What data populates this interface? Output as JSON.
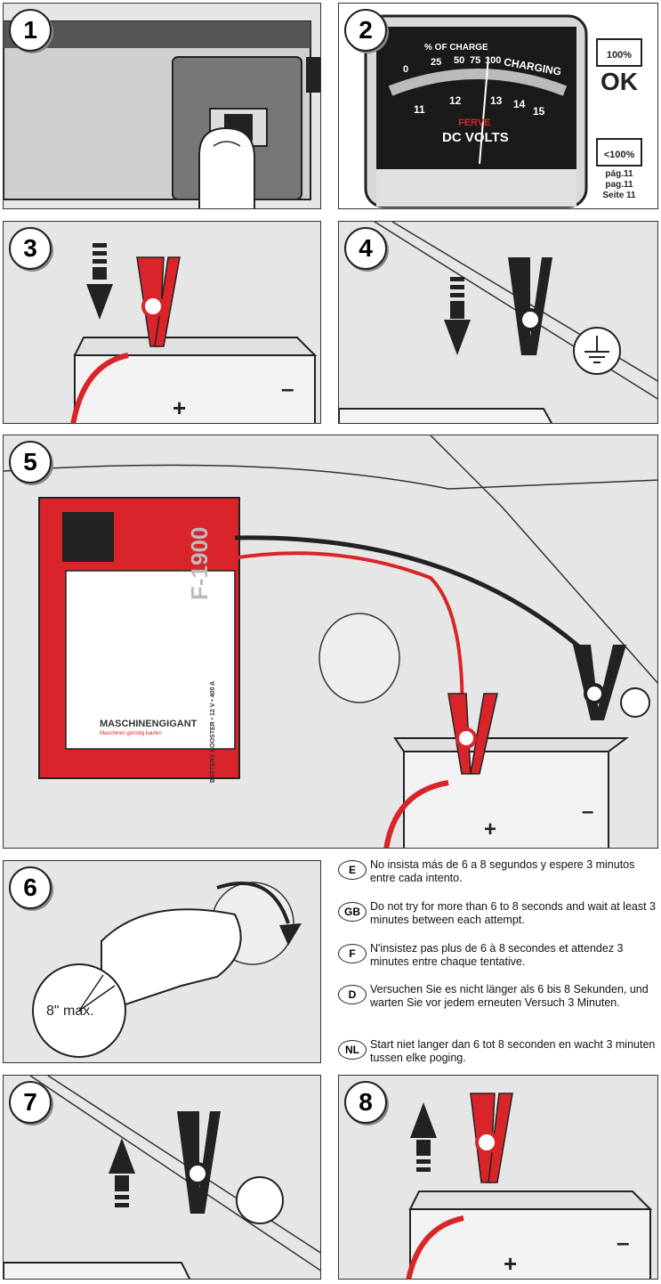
{
  "steps": [
    {
      "number": "1"
    },
    {
      "number": "2"
    },
    {
      "number": "3"
    },
    {
      "number": "4"
    },
    {
      "number": "5"
    },
    {
      "number": "6"
    },
    {
      "number": "7"
    },
    {
      "number": "8"
    }
  ],
  "gauge": {
    "percent_title": "% OF CHARGE",
    "percent_ticks": [
      "0",
      "25",
      "50",
      "75",
      "100"
    ],
    "charging_label": "CHARGING",
    "volt_ticks": [
      "11",
      "12",
      "13",
      "14",
      "15"
    ],
    "brand": "FERVE",
    "unit_label": "DC VOLTS"
  },
  "battery_status": {
    "full_badge": "100%",
    "ok_label": "OK",
    "low_badge": "<100%",
    "page_refs": [
      "pág.11",
      "pag.11",
      "Seite 11"
    ]
  },
  "booster": {
    "model": "F-1900",
    "subtitle": "BATTERY BOOSTER • 12 V • 400 A",
    "brand": "MASCHINENGIGANT",
    "tagline": "Maschinen günstig kaufen"
  },
  "timer": {
    "label": "8\" max."
  },
  "instructions": [
    {
      "code": "E",
      "text": "No insista más de 6 a 8 segundos y espere 3 minutos entre cada intento."
    },
    {
      "code": "GB",
      "text": "Do not try for more than 6 to 8 seconds and wait at least 3 minutes between each attempt."
    },
    {
      "code": "F",
      "text": "N'insistez pas plus de 6 à 8 secondes et attendez 3 minutes entre chaque tentative."
    },
    {
      "code": "D",
      "text": "Versuchen Sie es nicht länger als 6 bis 8 Sekunden, und warten Sie vor jedem erneuten Versuch 3 Minuten."
    },
    {
      "code": "NL",
      "text": "Start niet langer dan 6 tot 8 seconden en wacht 3 minuten tussen elke poging."
    }
  ],
  "colors": {
    "clamp_red": "#d9252a",
    "clamp_black": "#222222",
    "panel_bg": "#e6e6e6"
  }
}
